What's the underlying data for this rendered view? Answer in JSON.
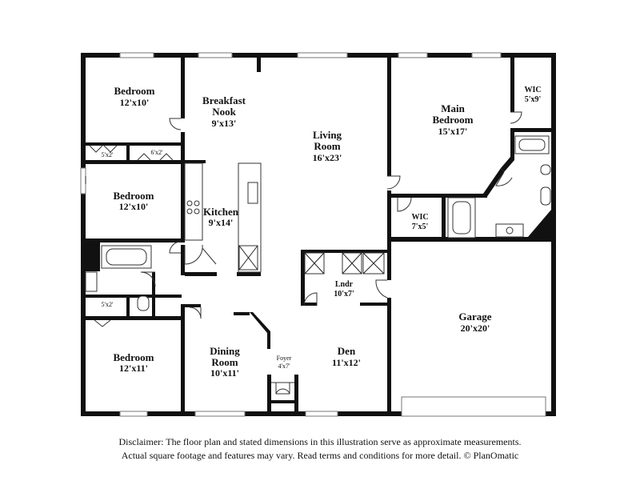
{
  "rooms": {
    "bedroom_top": {
      "name": "Bedroom",
      "dim": "12'x10'"
    },
    "breakfast": {
      "name_line1": "Breakfast",
      "name_line2": "Nook",
      "dim": "9'x13'"
    },
    "living": {
      "name_line1": "Living",
      "name_line2": "Room",
      "dim": "16'x23'"
    },
    "main_bedroom": {
      "name_line1": "Main",
      "name_line2": "Bedroom",
      "dim": "15'x17'"
    },
    "wic_top": {
      "name": "WIC",
      "dim": "5'x9'"
    },
    "closet_a": {
      "dim": "5'x2'"
    },
    "closet_b": {
      "dim": "6'x2'"
    },
    "bedroom_mid": {
      "name": "Bedroom",
      "dim": "12'x10'"
    },
    "kitchen": {
      "name": "Kitchen",
      "dim": "9'x14'"
    },
    "wic_mid": {
      "name": "WIC",
      "dim": "7'x5'"
    },
    "laundry": {
      "name": "Lndr",
      "dim": "10'x7'"
    },
    "garage": {
      "name": "Garage",
      "dim": "20'x20'"
    },
    "closet_c": {
      "dim": "5'x2'"
    },
    "bedroom_bottom": {
      "name": "Bedroom",
      "dim": "12'x11'"
    },
    "dining": {
      "name_line1": "Dining",
      "name_line2": "Room",
      "dim": "10'x11'"
    },
    "foyer": {
      "name": "Foyer",
      "dim": "4'x7'"
    },
    "den": {
      "name": "Den",
      "dim": "11'x12'"
    }
  },
  "disclaimer": {
    "line1": "Disclaimer: The floor plan and stated dimensions in this illustration serve as approximate measurements.",
    "line2": "Actual square footage and features may vary. Read terms and conditions for more detail. © PlanOmatic"
  }
}
